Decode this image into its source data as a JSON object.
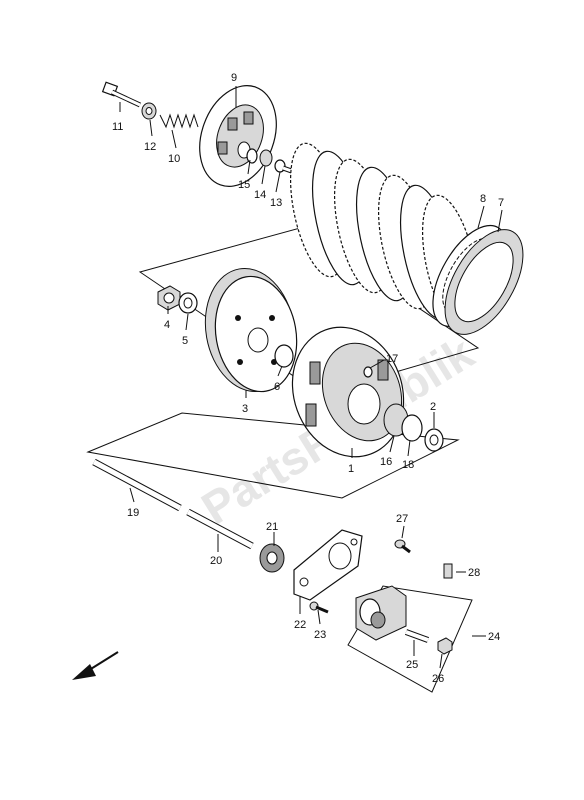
{
  "watermark": "PartsRepublik",
  "labels": {
    "p1": "1",
    "p2": "2",
    "p3": "3",
    "p4": "4",
    "p5": "5",
    "p6": "6",
    "p7": "7",
    "p8": "8",
    "p9": "9",
    "p10": "10",
    "p11": "11",
    "p12": "12",
    "p13": "13",
    "p14": "14",
    "p15": "15",
    "p16": "16",
    "p17": "17",
    "p18": "18",
    "p19": "19",
    "p20": "20",
    "p21": "21",
    "p22": "22",
    "p23": "23",
    "p24": "24",
    "p25": "25",
    "p26": "26",
    "p27": "27",
    "p28": "28"
  },
  "direction_arrow": "front-direction-arrow"
}
